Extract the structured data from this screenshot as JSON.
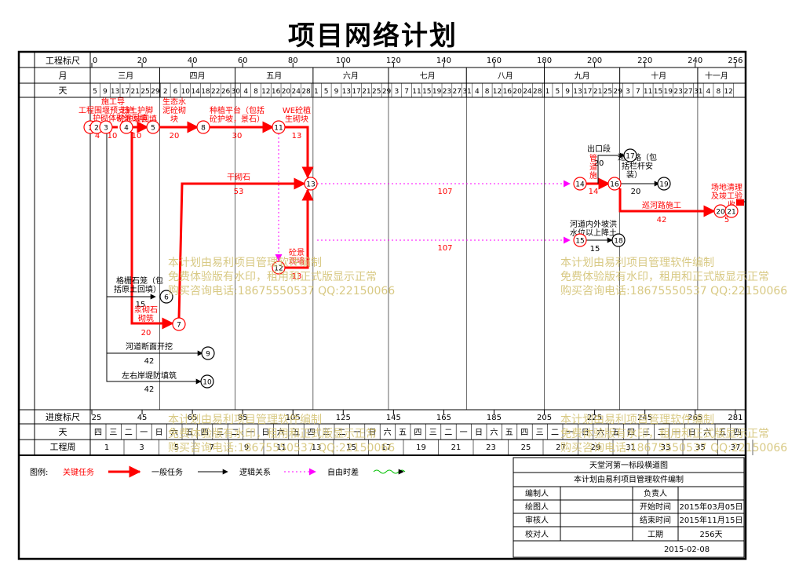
{
  "title": "项目网络计划",
  "header": {
    "scale_label": "工程标尺",
    "month_label": "月",
    "day_label": "天",
    "scale_ticks": [
      "0",
      "20",
      "40",
      "60",
      "80",
      "100",
      "120",
      "140",
      "160",
      "180",
      "200",
      "220",
      "240",
      "256"
    ],
    "months": [
      "三月",
      "四月",
      "五月",
      "六月",
      "七月",
      "八月",
      "九月",
      "十月",
      "十一月"
    ],
    "days": [
      "5",
      "9",
      "13",
      "17",
      "21",
      "25",
      "29",
      "2",
      "6",
      "10",
      "14",
      "18",
      "22",
      "26",
      "30",
      "4",
      "8",
      "12",
      "16",
      "20",
      "24",
      "28",
      "1",
      "5",
      "9",
      "13",
      "17",
      "21",
      "25",
      "29",
      "3",
      "7",
      "11",
      "15",
      "19",
      "23",
      "27",
      "31",
      "4",
      "8",
      "12",
      "16",
      "20",
      "24",
      "28",
      "1",
      "5",
      "9",
      "13",
      "17",
      "21",
      "25",
      "29",
      "3",
      "7",
      "11",
      "15",
      "19",
      "23",
      "27",
      "31",
      "4",
      "8",
      "12"
    ]
  },
  "footer": {
    "progress_label": "进度标尺",
    "progress_ticks": [
      "25",
      "45",
      "65",
      "85",
      "105",
      "125",
      "145",
      "165",
      "185",
      "205",
      "225",
      "245",
      "265",
      "281"
    ],
    "weekday_label": "天",
    "weekdays": [
      "四",
      "三",
      "二",
      "一",
      "日",
      "六",
      "五",
      "四",
      "三",
      "二",
      "一",
      "日",
      "六",
      "五",
      "四",
      "三",
      "二",
      "一",
      "日",
      "六",
      "五",
      "四",
      "三",
      "二",
      "一",
      "日",
      "六",
      "五",
      "四",
      "三",
      "二",
      "一",
      "日",
      "六",
      "五",
      "四",
      "三",
      "二",
      "一",
      "日",
      "六",
      "五",
      "四"
    ],
    "week_label": "工程周",
    "weeks": [
      "1",
      "3",
      "5",
      "7",
      "9",
      "11",
      "13",
      "15",
      "17",
      "19",
      "21",
      "23",
      "25",
      "27",
      "29",
      "31",
      "33",
      "35",
      "37"
    ]
  },
  "tasks": [
    {
      "label": "施工导",
      "label2": "工程围堰预支护",
      "dur": "4",
      "critical": true
    },
    {
      "label": "护砌体砌筑回填",
      "dur": "10",
      "critical": true
    },
    {
      "label": "挡土护脚",
      "label2": "砼护坡回填",
      "dur": "10",
      "critical": true
    },
    {
      "label": "生态水",
      "label2": "泥砼砌",
      "label3": "块",
      "dur": "20",
      "critical": true
    },
    {
      "label": "种植平台（包括",
      "label2": "砼护坡，景石）",
      "dur": "30",
      "critical": true
    },
    {
      "label": "WE砼植",
      "label2": "生砌块",
      "dur": "13",
      "critical": true
    },
    {
      "label": "干砌石",
      "dur": "53",
      "critical": true
    },
    {
      "label": "砼景",
      "label2": "观墙",
      "dur": "13",
      "critical": true
    },
    {
      "label": "格栅石笼（包",
      "label2": "括原土回填）",
      "dur": "15",
      "critical": false
    },
    {
      "label": "浆砌石",
      "label2": "砌筑",
      "dur": "20",
      "critical": true
    },
    {
      "label": "河道断面开挖",
      "dur": "42",
      "critical": false
    },
    {
      "label": "左右岸堤防填筑",
      "dur": "42",
      "critical": false
    },
    {
      "label": "出口段",
      "dur": "20",
      "critical": false
    },
    {
      "label": "巡河路（包",
      "label2": "括栏杆安",
      "label3": "装）",
      "dur": "20",
      "critical": false
    },
    {
      "label": "管",
      "label2": "道",
      "label3": "施",
      "dur": "14",
      "critical": true
    },
    {
      "label": "巡河路施工",
      "dur": "42",
      "critical": true
    },
    {
      "label": "场地清理",
      "label2": "及竣工验",
      "label3": "收",
      "dur": "5",
      "critical": true
    },
    {
      "label": "河道内外坡洪",
      "label2": "水位以上降土",
      "dur": "15",
      "critical": false
    }
  ],
  "free_floats": [
    "107",
    "107"
  ],
  "nodes": [
    "1",
    "2",
    "3",
    "4",
    "5",
    "6",
    "7",
    "8",
    "9",
    "10",
    "11",
    "12",
    "13",
    "14",
    "15",
    "16",
    "17",
    "18",
    "19",
    "20",
    "21"
  ],
  "watermark": {
    "line1": "本计划由易利项目管理软件编制",
    "line2": "免费体验版有水印，租用和正式版显示正常",
    "line3": "购买咨询电话:18675550537 QQ:22150066"
  },
  "legend": {
    "title": "图例:",
    "critical": "关键任务",
    "normal": "一般任务",
    "logic": "逻辑关系",
    "free_float": "自由时差"
  },
  "title_block": {
    "project": "天堂河第一标段横道图",
    "software": "本计划由易利项目管理软件编制",
    "editor_label": "编制人",
    "drawer_label": "绘图人",
    "reviewer_label": "审核人",
    "checker_label": "校对人",
    "owner_label": "负责人",
    "start_label": "开始时间",
    "start_value": "2015年03月05日",
    "end_label": "结束时间",
    "end_value": "2015年11月15日",
    "duration_label": "工期",
    "duration_value": "256天",
    "date": "2015-02-08"
  },
  "colors": {
    "critical": "#ff0000",
    "normal": "#000000",
    "free_float": "#ff00ff",
    "watermark": "#d2c06f",
    "wave": "#00c000"
  }
}
